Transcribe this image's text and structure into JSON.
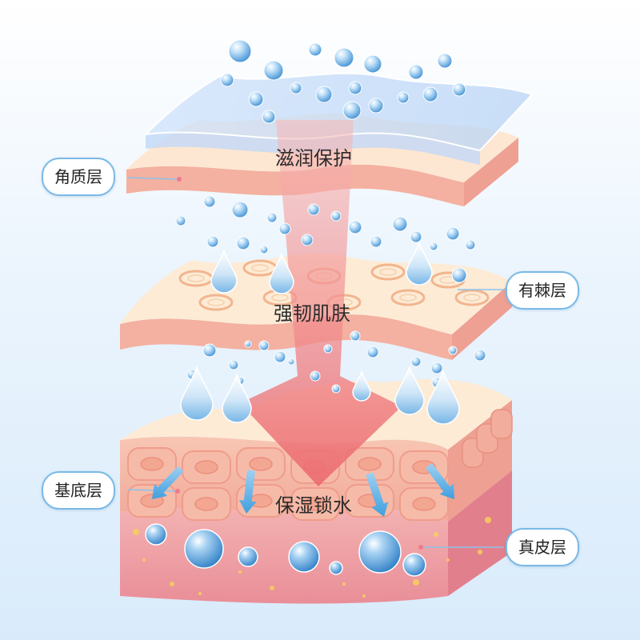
{
  "labels": {
    "stratum_corneum": "角质层",
    "spinous_layer": "有棘层",
    "basal_layer": "基底层",
    "dermis": "真皮层"
  },
  "benefits": {
    "top": "滋润保护",
    "middle": "强韧肌肤",
    "bottom": "保湿锁水"
  },
  "colors": {
    "label_border": "#79b9e6",
    "arrow": "#ec6a6f",
    "epidermis_top": "#fdebd6",
    "epidermis_side": "#f4b0a0",
    "dermis": "#ee9aa0",
    "bubble": "#5aa6e2"
  }
}
